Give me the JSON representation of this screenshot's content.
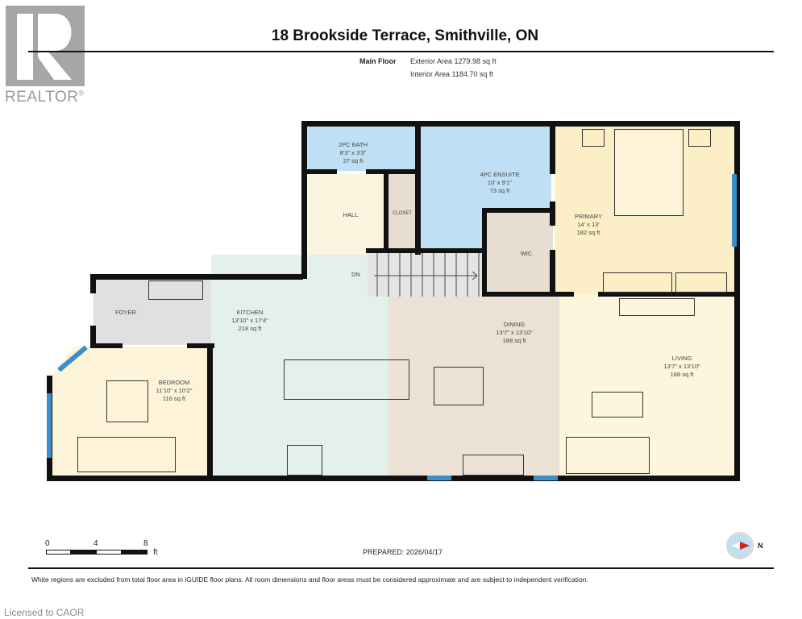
{
  "logo": {
    "icon": "realtor-r-icon",
    "text": "REALTOR",
    "mark": "®"
  },
  "header": {
    "title": "18 Brookside Terrace, Smithville, ON",
    "floor_name": "Main Floor",
    "exterior_area": "Exterior Area 1279.98 sq ft",
    "interior_area": "Interior Area 1184.70 sq ft"
  },
  "rooms": [
    {
      "id": "2pc-bath",
      "name": "2PC BATH",
      "dims": "8'3\" x 3'3\"",
      "area": "27 sq ft",
      "color": "#bfe0f4"
    },
    {
      "id": "4pc-ensuite",
      "name": "4PC ENSUITE",
      "dims": "10' x 9'1\"",
      "area": "73 sq ft",
      "color": "#bfe0f4"
    },
    {
      "id": "primary",
      "name": "PRIMARY",
      "dims": "14' x 13'",
      "area": "182 sq ft",
      "color": "#fcefc7"
    },
    {
      "id": "hall",
      "name": "HALL",
      "dims": "",
      "area": "",
      "color": "#fbf4df"
    },
    {
      "id": "closet",
      "name": "CLOSET",
      "dims": "",
      "area": "",
      "color": "#e7ddd0"
    },
    {
      "id": "wic",
      "name": "WIC",
      "dims": "",
      "area": "",
      "color": "#e7ddd0"
    },
    {
      "id": "foyer",
      "name": "FOYER",
      "dims": "",
      "area": "",
      "color": "#e0e0e0"
    },
    {
      "id": "kitchen",
      "name": "KITCHEN",
      "dims": "13'10\" x 17'4\"",
      "area": "218 sq ft",
      "color": "#e3f1ea"
    },
    {
      "id": "dining",
      "name": "DINING",
      "dims": "13'7\" x 13'10\"",
      "area": "188 sq ft",
      "color": "#ebe1d5"
    },
    {
      "id": "living",
      "name": "LIVING",
      "dims": "13'7\" x 13'10\"",
      "area": "188 sq ft",
      "color": "#fdf5dc"
    },
    {
      "id": "bedroom",
      "name": "BEDROOM",
      "dims": "11'10\" x 10'2\"",
      "area": "116 sq ft",
      "color": "#fdf3d9"
    }
  ],
  "stairs": {
    "label": "DN"
  },
  "scale": {
    "ticks": [
      "0",
      "4",
      "8"
    ],
    "unit": "ft"
  },
  "prepared": "PREPARED: 2026/04/17",
  "compass": {
    "icon": "north-arrow-icon",
    "label": "N"
  },
  "disclaimer": "White regions are excluded from total floor area in iGUIDE floor plans. All room dimensions and floor areas must be considered approximate and are subject to independent verification.",
  "licensed": "Licensed to CAOR"
}
